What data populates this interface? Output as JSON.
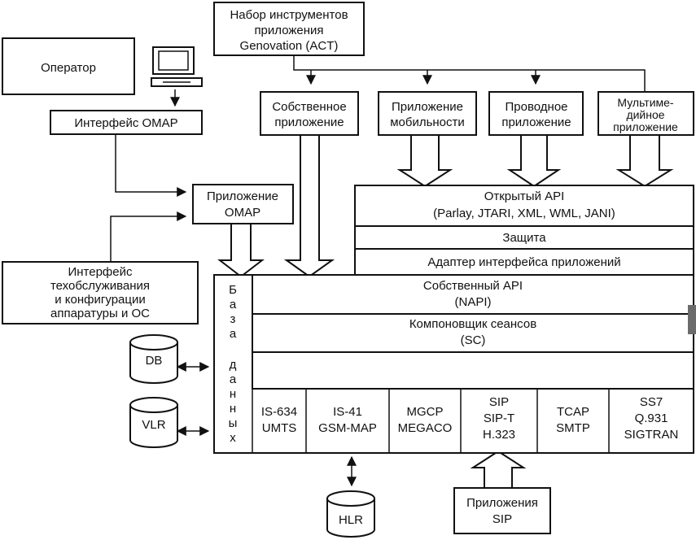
{
  "toolkit": [
    "Набор инструментов",
    "приложения",
    "Genovation (ACT)"
  ],
  "operator": "Оператор",
  "omap_interface": "Интерфейс ОМАР",
  "omap_app": [
    "Приложение",
    "ОМАР"
  ],
  "maintenance": [
    "Интерфейс",
    "техобслуживания",
    "и конфигурации",
    "аппаратуры и ОС"
  ],
  "own_app": [
    "Собственное",
    "приложение"
  ],
  "mobility_app": [
    "Приложение",
    "мобильности"
  ],
  "wired_app": [
    "Проводное",
    "приложение"
  ],
  "multimedia_app": [
    "Мультиме-",
    "дийное",
    "приложение"
  ],
  "open_api": [
    "Открытый API",
    "(Parlay, JTARI, XML, WML, JANI)"
  ],
  "security": "Защита",
  "adapter": "Адаптер интерфейса приложений",
  "napi": [
    "Собственный API",
    "(NAPI)"
  ],
  "sc": [
    "Компоновщик сеансов",
    "(SC)"
  ],
  "database_letters": [
    "Б",
    "а",
    "з",
    "а",
    "д",
    "а",
    "н",
    "н",
    "ы",
    "х"
  ],
  "protocols": [
    [
      "IS-634",
      "UMTS"
    ],
    [
      "IS-41",
      "GSM-MAP"
    ],
    [
      "MGCP",
      "MEGACO"
    ],
    [
      "SIP",
      "SIP-T",
      "H.323"
    ],
    [
      "TCAP",
      "SMTP"
    ],
    [
      "SS7",
      "Q.931",
      "SIGTRAN"
    ]
  ],
  "db": "DB",
  "vlr": "VLR",
  "hlr": "HLR",
  "sip_apps": [
    "Приложения",
    "SIP"
  ]
}
